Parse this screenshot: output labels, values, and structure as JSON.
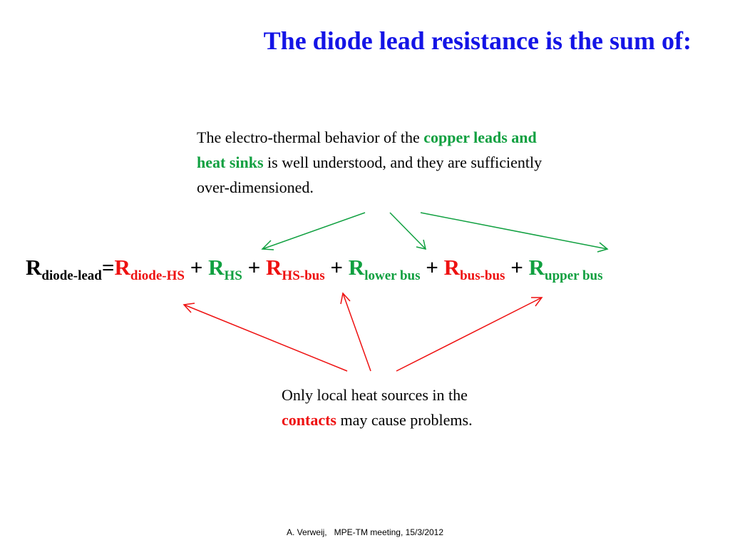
{
  "slide": {
    "title": "The diode lead resistance is the sum of:",
    "title_color": "#1414e6",
    "green": "#10a040",
    "red": "#ee1111",
    "top_note": {
      "before": "The electro-thermal behavior of the ",
      "highlight": "copper leads and heat sinks",
      "after": " is well understood, and they are sufficiently over-dimensioned."
    },
    "bottom_note": {
      "before": "Only local heat sources in the ",
      "highlight": "contacts",
      "after": " may cause problems."
    },
    "equation": {
      "lhs": {
        "main": "R",
        "sub": "diode-lead"
      },
      "equals": "=",
      "plus": "+",
      "terms": [
        {
          "main": "R",
          "sub": "diode-HS",
          "color": "red"
        },
        {
          "main": "R",
          "sub": "HS",
          "color": "green"
        },
        {
          "main": "R",
          "sub": "HS-bus",
          "color": "red"
        },
        {
          "main": "R",
          "sub": "lower bus",
          "color": "green"
        },
        {
          "main": "R",
          "sub": "bus-bus",
          "color": "red"
        },
        {
          "main": "R",
          "sub": "upper bus",
          "color": "green"
        }
      ]
    },
    "footer": "A. Verweij,   MPE-TM meeting, 15/3/2012"
  }
}
